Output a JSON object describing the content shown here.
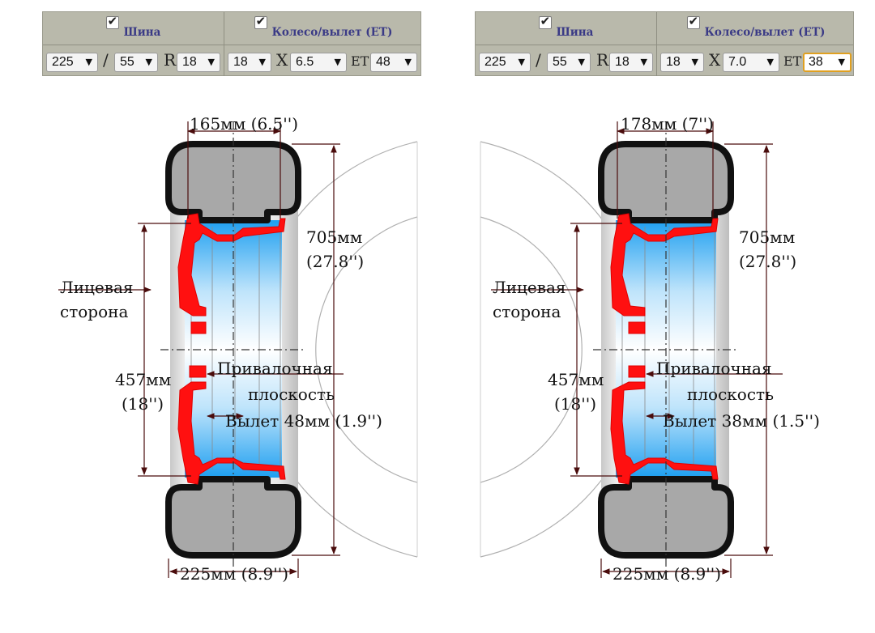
{
  "panels": [
    {
      "tire_label": "Шина",
      "wheel_label": "Колесо/вылет (ET)",
      "width": "225",
      "slash": "/",
      "profile": "55",
      "r_sep": "R",
      "tire_diameter": "18",
      "wheel_diameter": "18",
      "x_sep": "X",
      "rim_width": "6.5",
      "et_sep": "ET",
      "et": "48"
    },
    {
      "tire_label": "Шина",
      "wheel_label": "Колесо/вылет (ET)",
      "width": "225",
      "slash": "/",
      "profile": "55",
      "r_sep": "R",
      "tire_diameter": "18",
      "wheel_diameter": "18",
      "x_sep": "X",
      "rim_width": "7.0",
      "et_sep": "ET",
      "et": "38"
    }
  ],
  "diagrams": [
    {
      "rim_width_label": "165мм (6.5'')",
      "outer_diameter_mm": "705мм",
      "outer_diameter_in": "(27.8'')",
      "face_label_1": "Лицевая",
      "face_label_2": "сторона",
      "rim_diameter_mm": "457мм",
      "rim_diameter_in": "(18'')",
      "mount_label_1": "Привалочная",
      "mount_label_2": "плоскость",
      "offset_label": "Вылет 48мм (1.9'')",
      "tire_width_label": "225мм (8.9'')"
    },
    {
      "rim_width_label": "178мм (7'')",
      "outer_diameter_mm": "705мм",
      "outer_diameter_in": "(27.8'')",
      "face_label_1": "Лицевая",
      "face_label_2": "сторона",
      "rim_diameter_mm": "457мм",
      "rim_diameter_in": "(18'')",
      "mount_label_1": "Привалочная",
      "mount_label_2": "плоскость",
      "offset_label": "Вылет 38мм (1.5'')",
      "tire_width_label": "225мм (8.9'')"
    }
  ],
  "colors": {
    "panel_bg": "#b9b9ab",
    "header_text": "#3a3a86",
    "tire_fill": "#a8a8a8",
    "tire_outline": "#111111",
    "rim_red": "#ff1010",
    "hub_blue": "#29a9f0",
    "dimension_line": "#4a0c0c"
  },
  "icons": {
    "checkbox": "check-icon",
    "dropdown": "chevron-down-icon"
  }
}
